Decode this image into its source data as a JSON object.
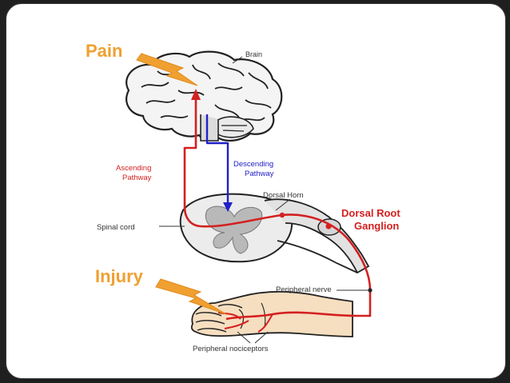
{
  "diagram": {
    "labels": {
      "pain": "Pain",
      "brain": "Brain",
      "ascending_1": "Ascending",
      "ascending_2": "Pathway",
      "descending_1": "Descending",
      "descending_2": "Pathway",
      "dorsal_horn": "Dorsal Horn",
      "dorsal_root_1": "Dorsal Root",
      "dorsal_root_2": "Ganglion",
      "spinal_cord": "Spinal cord",
      "injury": "Injury",
      "peripheral_nerve": "Peripheral nerve",
      "peripheral_nociceptors": "Peripheral nociceptors"
    },
    "colors": {
      "accent_orange": "#F0A030",
      "ascending_red": "#D42020",
      "descending_blue": "#2020C8",
      "label_dark": "#333333",
      "cord_grey": "#CFCFCF",
      "skin": "#F6DEC0"
    },
    "icons": [
      "lightning-bolt-icon",
      "lightning-bolt-icon"
    ]
  }
}
